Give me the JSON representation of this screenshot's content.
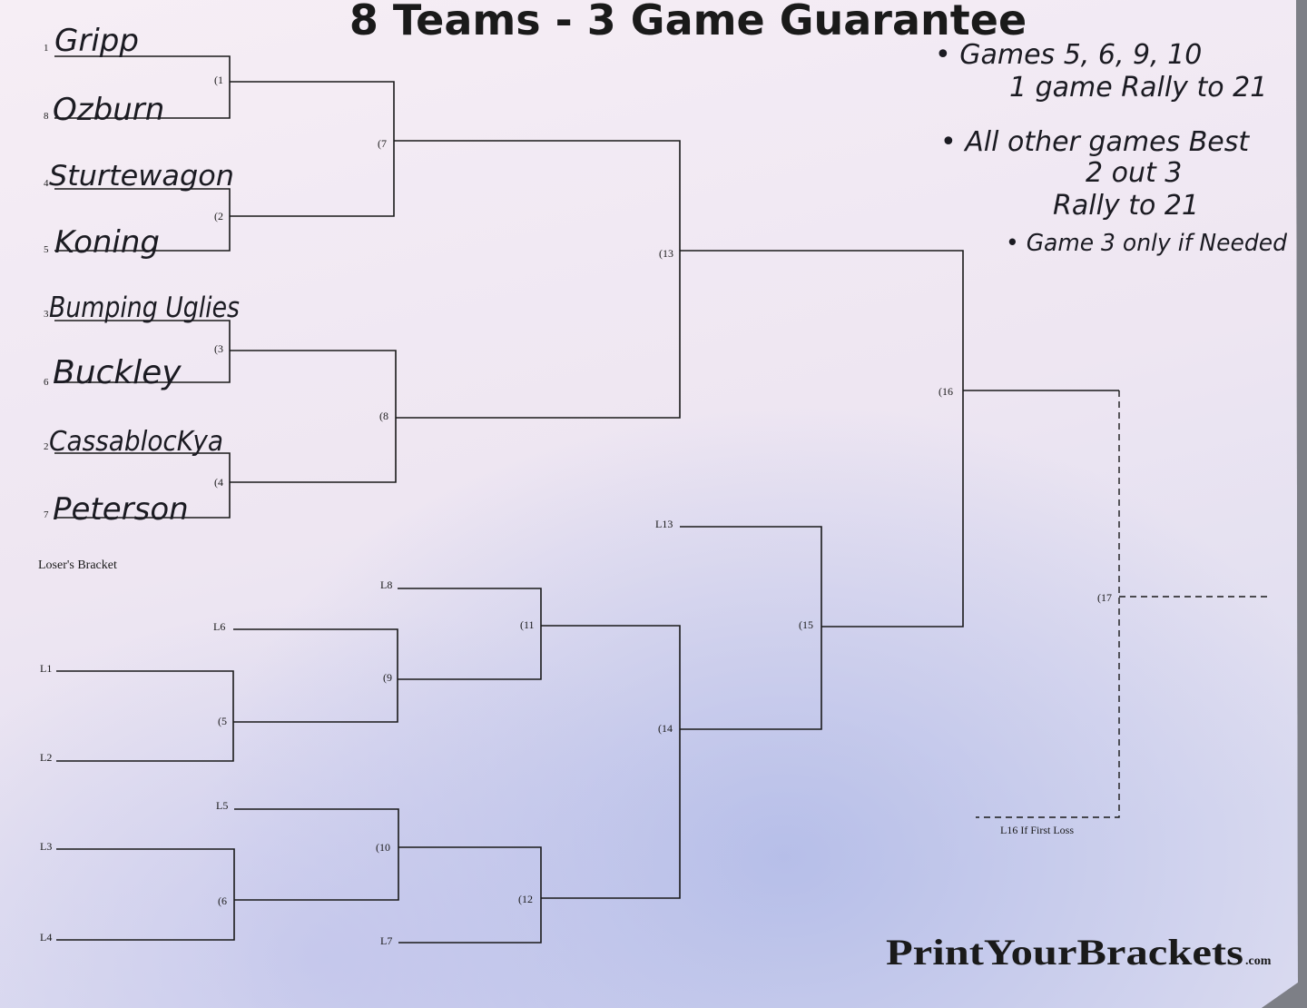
{
  "sheet": {
    "title": "8 Teams - 3 Game Guarantee",
    "brand": {
      "main": "PrintYourBrackets",
      "suffix": ".com"
    }
  },
  "notes": [
    "• Games 5, 6, 9, 10",
    "1 game Rally to 21",
    "• All other games Best",
    "2 out 3",
    "Rally to 21",
    "• Game 3 only if Needed"
  ],
  "winners_bracket": {
    "seeds": [
      {
        "seed": "1",
        "team": "Gripp"
      },
      {
        "seed": "8",
        "team": "Ozburn"
      },
      {
        "seed": "4",
        "team": "Sturtewagon"
      },
      {
        "seed": "5",
        "team": "Koning"
      },
      {
        "seed": "3",
        "team": "Bumping Uglies"
      },
      {
        "seed": "6",
        "team": "Buckley"
      },
      {
        "seed": "2",
        "team": "CassablocKya"
      },
      {
        "seed": "7",
        "team": "Peterson"
      }
    ],
    "games": [
      "(1",
      "(2",
      "(3",
      "(4",
      "(7",
      "(8",
      "(13",
      "(16",
      "(17"
    ]
  },
  "losers_bracket": {
    "label": "Loser's Bracket",
    "slots": [
      "L1",
      "L2",
      "L3",
      "L4",
      "L6",
      "L5",
      "L8",
      "L7",
      "L13"
    ],
    "games": [
      "(5",
      "(6",
      "(9",
      "(10",
      "(11",
      "(12",
      "(14",
      "(15"
    ],
    "final_note": "L16 If First Loss"
  }
}
